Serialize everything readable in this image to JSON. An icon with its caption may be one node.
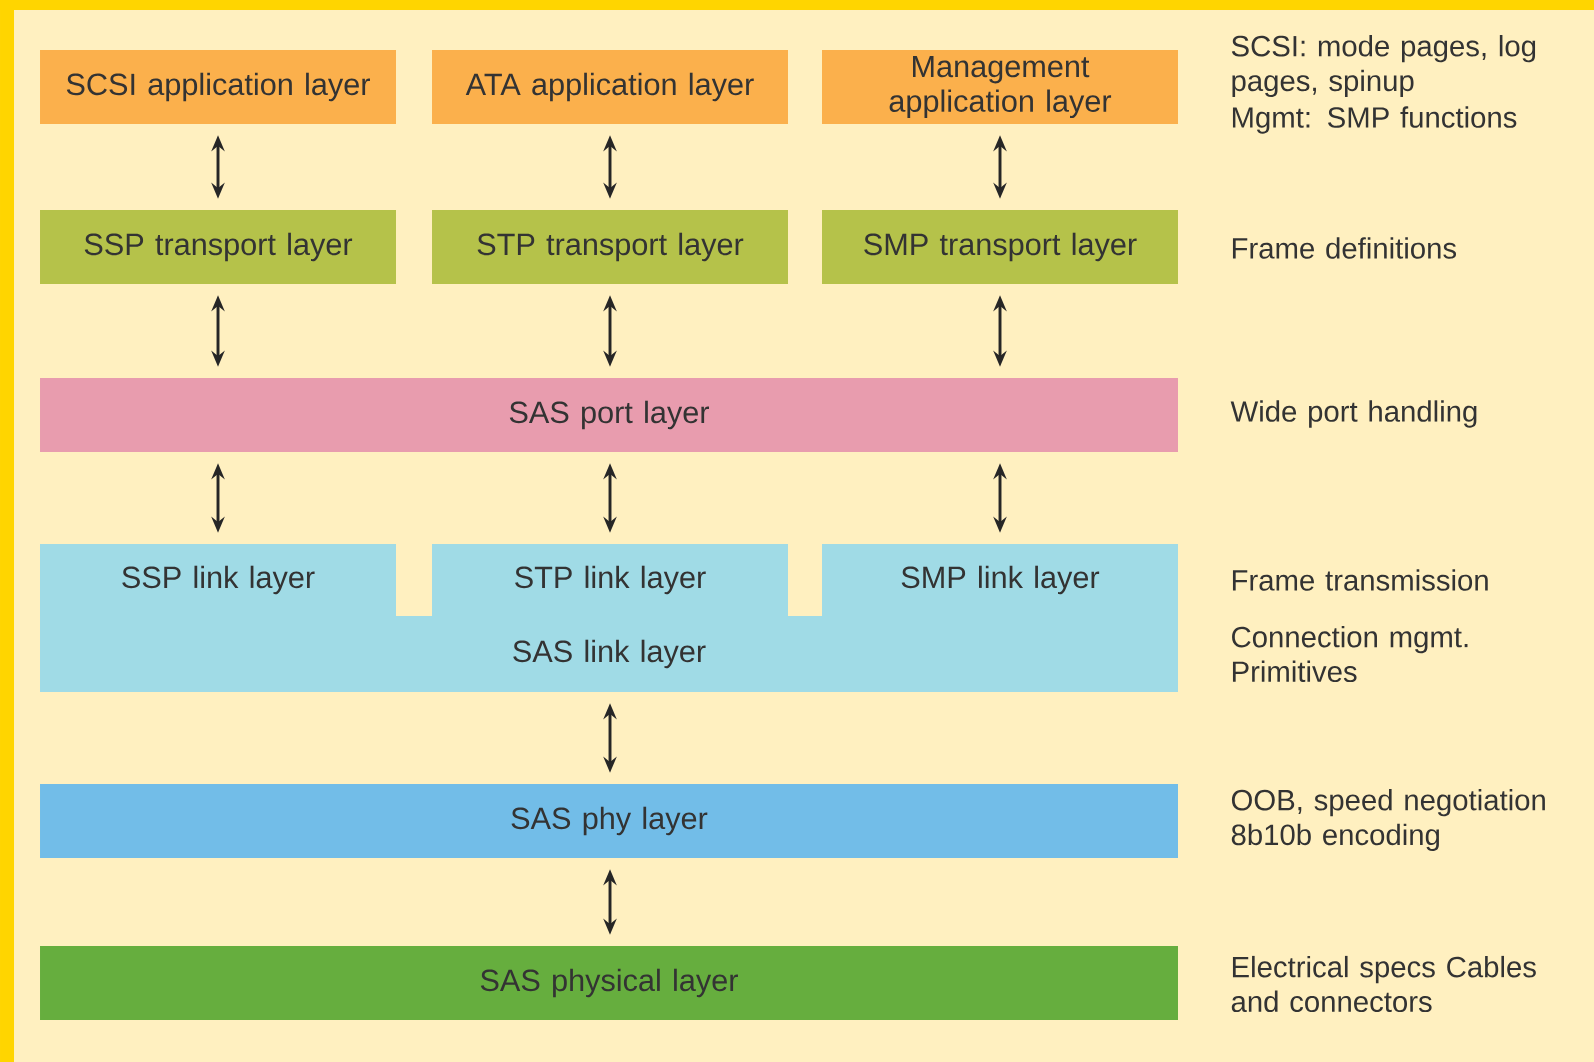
{
  "diagram": {
    "nodes": [
      {
        "text": [
          "SCSI application layer"
        ]
      },
      {
        "text": [
          "ATA application layer"
        ]
      },
      {
        "text": [
          "Management application layer"
        ]
      },
      {
        "text": [
          "SSP transport layer"
        ]
      },
      {
        "text": [
          "STP transport layer"
        ]
      },
      {
        "text": [
          "SMP transport layer"
        ]
      },
      {
        "text": [
          "SAS port layer"
        ]
      },
      {
        "text": [
          "SAS link layer"
        ]
      },
      {
        "text": [
          "SSP link layer"
        ],
        "in": 7
      },
      {
        "text": [
          "STP link layer"
        ],
        "in": 7
      },
      {
        "text": [
          "SMP link layer"
        ],
        "in": 7
      },
      {
        "text": [
          "SAS phy layer"
        ]
      },
      {
        "text": [
          "SAS physical layer"
        ]
      }
    ],
    "edges": [
      {
        "from": 0,
        "to": 3,
        "arrow": "both"
      },
      {
        "from": 1,
        "to": 4,
        "arrow": "both"
      },
      {
        "from": 2,
        "to": 5,
        "arrow": "both"
      },
      {
        "from": 3,
        "to": 6,
        "arrow": "both"
      },
      {
        "from": 4,
        "to": 6,
        "arrow": "both"
      },
      {
        "from": 5,
        "to": 6,
        "arrow": "both"
      },
      {
        "from": 6,
        "to": 8,
        "arrow": "both"
      },
      {
        "from": 6,
        "to": 9,
        "arrow": "both"
      },
      {
        "from": 6,
        "to": 10,
        "arrow": "both"
      },
      {
        "from": 7,
        "to": 11,
        "arrow": "both"
      },
      {
        "from": 11,
        "to": 12,
        "arrow": "both"
      }
    ],
    "labels": [
      "SCSI: mode pages, log pages, spinup",
      "Mgmt: SMP functions",
      "Frame definitions",
      "Wide port handling",
      "Frame transmission",
      "Connection mgmt. Primitives",
      "OOB, speed negotiation 8b10b encoding",
      "Electrical specs Cables and connectors"
    ]
  }
}
